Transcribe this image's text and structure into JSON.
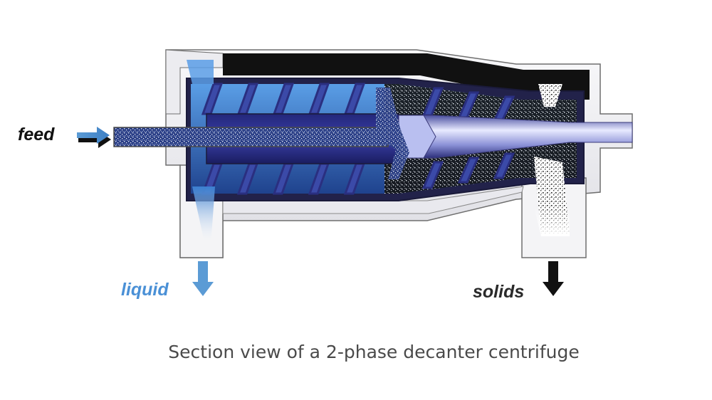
{
  "labels": {
    "feed": "feed",
    "liquid": "liquid",
    "solids": "solids"
  },
  "caption": "Section view of a 2-phase decanter centrifuge",
  "colors": {
    "liquid": "#4a90d6",
    "casing": "#f2f2f4",
    "outline": "#6f6f6f",
    "rotor": "#1a1a3a",
    "screw": "#2e3a8c",
    "hub": "#aeb6ec",
    "feed_arrow": "#5b9bd5",
    "solids_arrow": "#111111"
  }
}
